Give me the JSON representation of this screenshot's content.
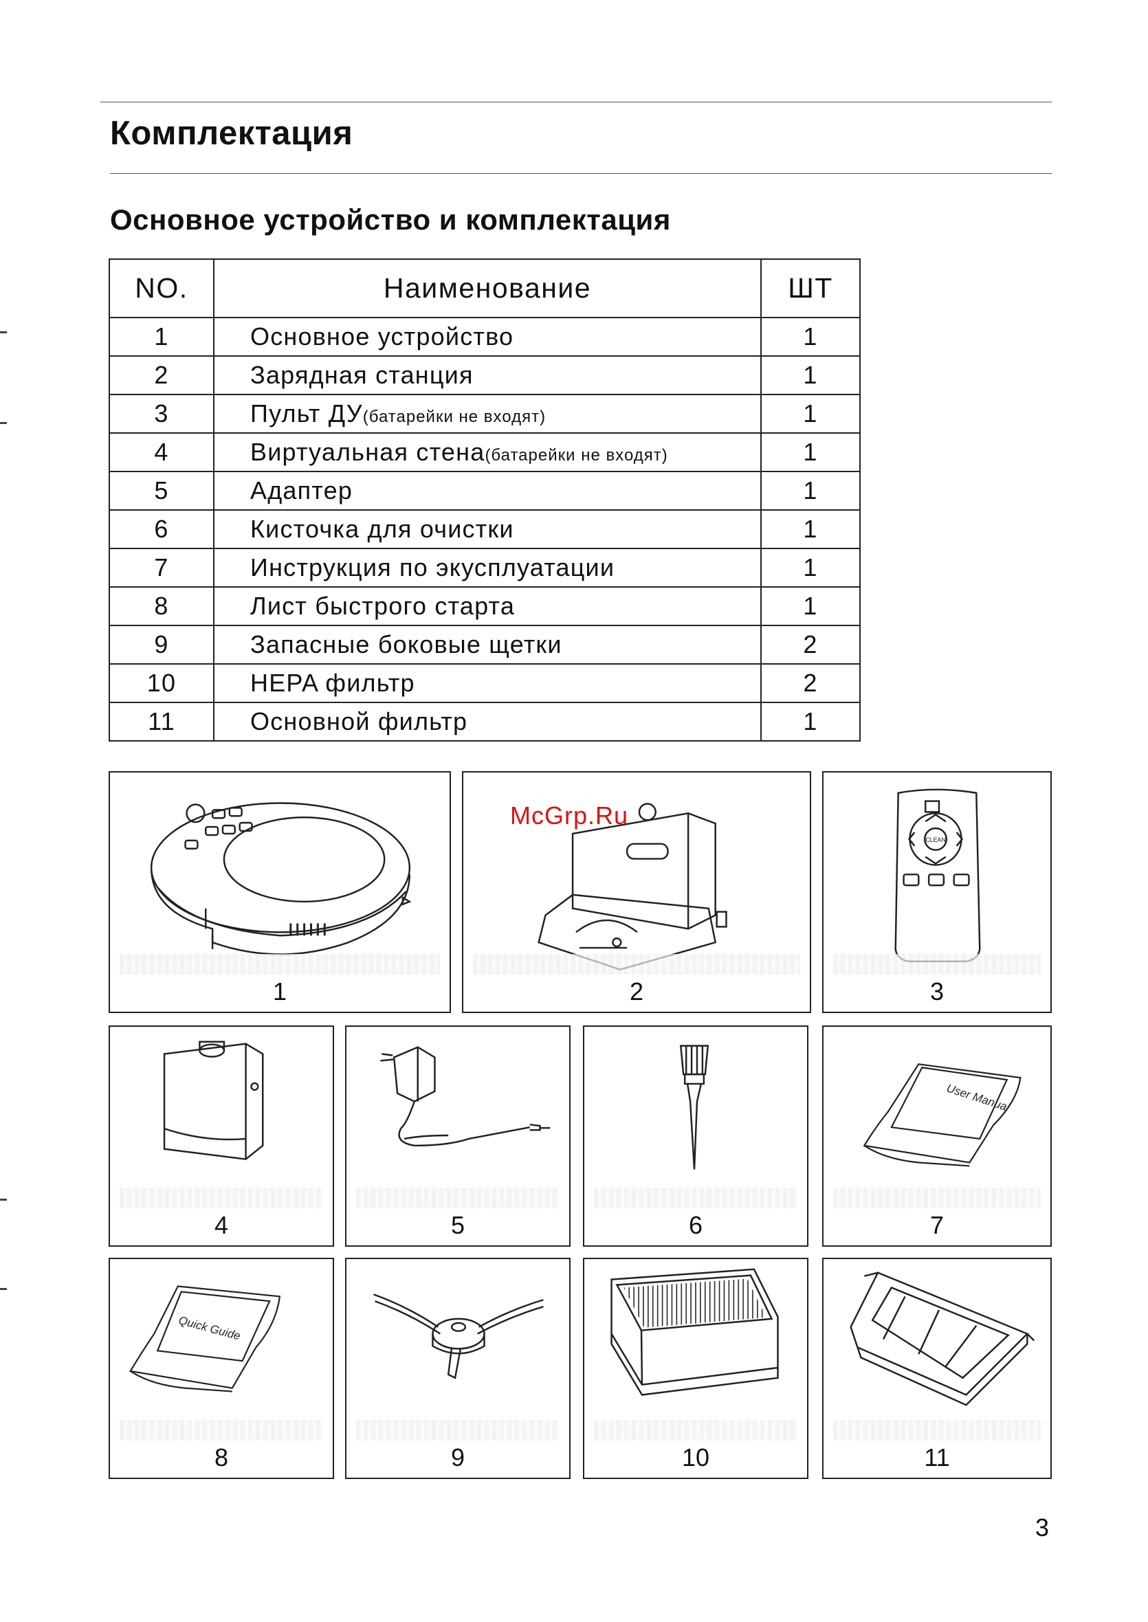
{
  "header": {
    "section_title": "Комплектация",
    "subsection_title": "Основное устройство и комплектация"
  },
  "table": {
    "headers": [
      "NO.",
      "Наименование",
      "ШТ"
    ],
    "rows": [
      {
        "no": "1",
        "name": "Основное устройство",
        "note": "",
        "qty": "1"
      },
      {
        "no": "2",
        "name": "Зарядная станция",
        "note": "",
        "qty": "1"
      },
      {
        "no": "3",
        "name": "Пульт ДУ",
        "note": "(батарейки не входят)",
        "qty": "1"
      },
      {
        "no": "4",
        "name": "Виртуальная стена",
        "note": "(батарейки не входят)",
        "qty": "1"
      },
      {
        "no": "5",
        "name": "Адаптер",
        "note": "",
        "qty": "1"
      },
      {
        "no": "6",
        "name": "Кисточка для очистки",
        "note": "",
        "qty": "1"
      },
      {
        "no": "7",
        "name": "Инструкция по экусплуатации",
        "note": "",
        "qty": "1"
      },
      {
        "no": "8",
        "name": "Лист быстрого старта",
        "note": "",
        "qty": "1"
      },
      {
        "no": "9",
        "name": "Запасные боковые щетки",
        "note": "",
        "qty": "2"
      },
      {
        "no": "10",
        "name": "HEPA фильтр",
        "note": "",
        "qty": "2"
      },
      {
        "no": "11",
        "name": "Основной фильтр",
        "note": "",
        "qty": "1"
      }
    ]
  },
  "figures": [
    {
      "number": "1",
      "icon": "robot-vacuum-icon"
    },
    {
      "number": "2",
      "icon": "charging-station-icon"
    },
    {
      "number": "3",
      "icon": "remote-control-icon",
      "button_text": "CLEAN"
    },
    {
      "number": "4",
      "icon": "virtual-wall-icon"
    },
    {
      "number": "5",
      "icon": "power-adapter-icon"
    },
    {
      "number": "6",
      "icon": "cleaning-brush-icon"
    },
    {
      "number": "7",
      "icon": "user-manual-icon",
      "booklet_text": "User Manual"
    },
    {
      "number": "8",
      "icon": "quick-guide-icon",
      "booklet_text": "Quick Guide"
    },
    {
      "number": "9",
      "icon": "side-brush-icon"
    },
    {
      "number": "10",
      "icon": "hepa-filter-icon"
    },
    {
      "number": "11",
      "icon": "main-filter-icon"
    }
  ],
  "watermark": "McGrp.Ru",
  "page_number": "3",
  "colors": {
    "watermark": "#e01010",
    "ink": "#111111"
  }
}
